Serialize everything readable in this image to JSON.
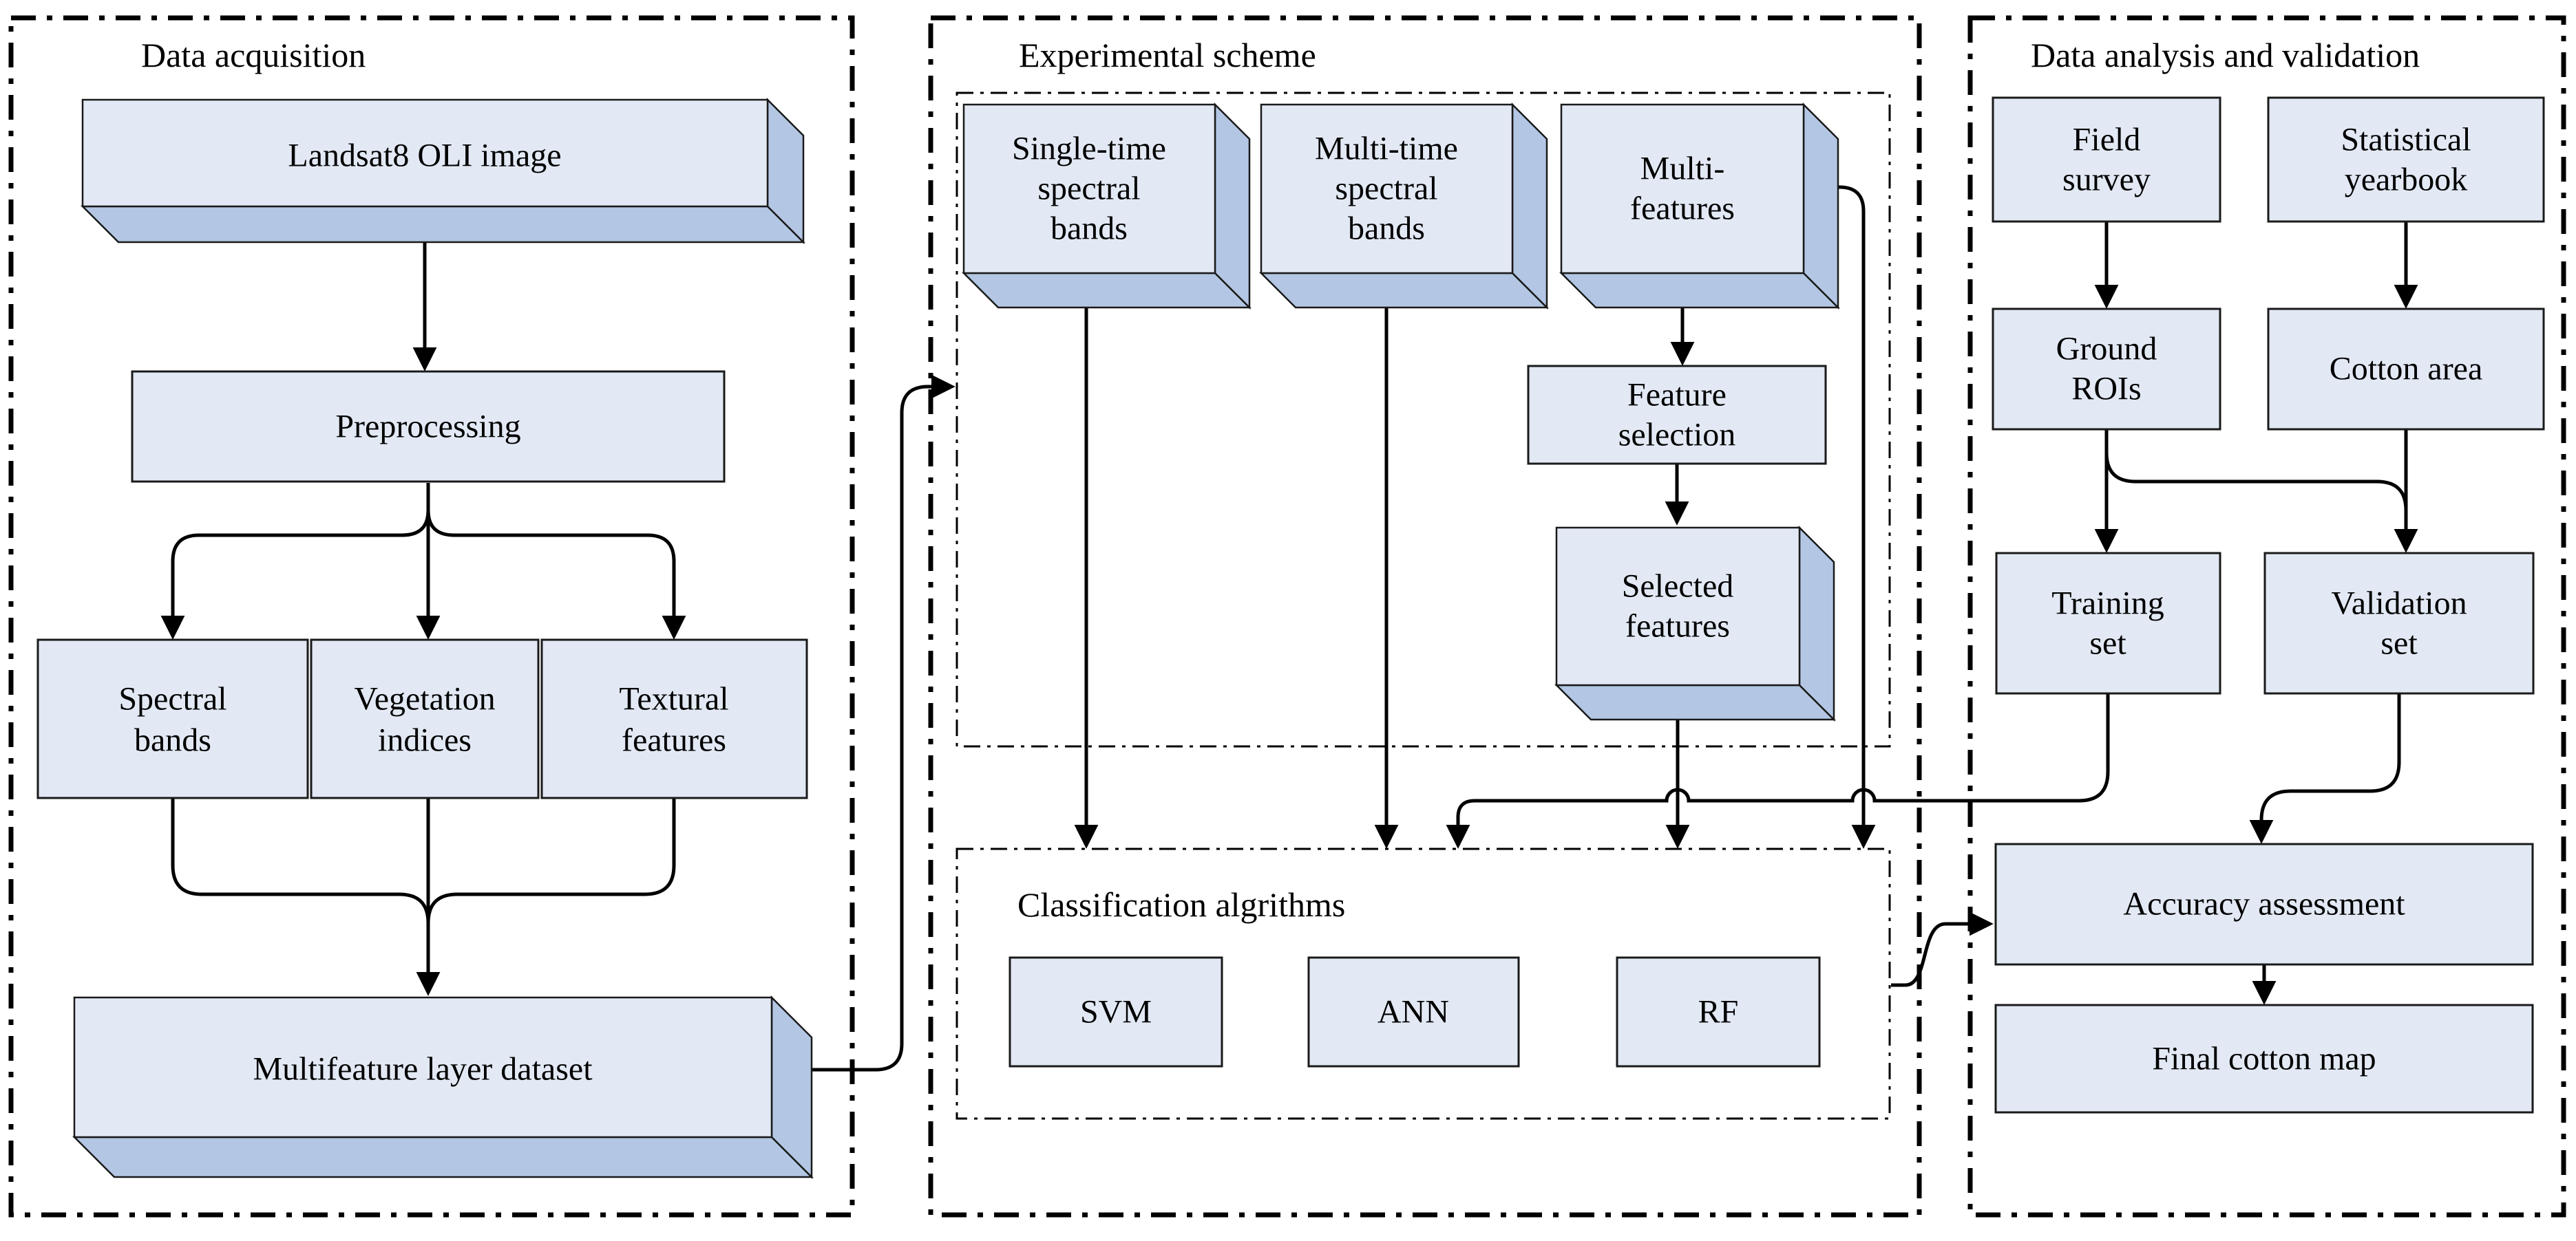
{
  "sections": {
    "data_acquisition": "Data acquisition",
    "experimental_scheme": "Experimental scheme",
    "classification_algorithms": "Classification algrithms",
    "data_analysis": "Data analysis and validation"
  },
  "boxes": {
    "landsat": {
      "label": "Landsat8 OLI image"
    },
    "preprocessing": {
      "label": "Preprocessing"
    },
    "spectral_bands": {
      "lines": [
        "Spectral",
        "bands"
      ]
    },
    "vegetation_indices": {
      "lines": [
        "Vegetation",
        "indices"
      ]
    },
    "textural_features": {
      "lines": [
        "Textural",
        "features"
      ]
    },
    "multifeature_dataset": {
      "label": "Multifeature layer dataset"
    },
    "single_time": {
      "lines": [
        "Single-time",
        "spectral",
        "bands"
      ]
    },
    "multi_time": {
      "lines": [
        "Multi-time",
        "spectral",
        "bands"
      ]
    },
    "multi_features": {
      "lines": [
        "Multi-",
        "features"
      ]
    },
    "feature_selection": {
      "lines": [
        "Feature",
        "selection"
      ]
    },
    "selected_features": {
      "lines": [
        "Selected",
        "features"
      ]
    },
    "svm": {
      "label": "SVM"
    },
    "ann": {
      "label": "ANN"
    },
    "rf": {
      "label": "RF"
    },
    "field_survey": {
      "lines": [
        "Field",
        "survey"
      ]
    },
    "statistical_yearbook": {
      "lines": [
        "Statistical",
        "yearbook"
      ]
    },
    "ground_rois": {
      "lines": [
        "Ground",
        "ROIs"
      ]
    },
    "cotton_area": {
      "label": "Cotton area"
    },
    "training_set": {
      "lines": [
        "Training",
        "set"
      ]
    },
    "validation_set": {
      "lines": [
        "Validation",
        "set"
      ]
    },
    "accuracy_assessment": {
      "label": "Accuracy assessment"
    },
    "final_cotton_map": {
      "label": "Final cotton map"
    }
  },
  "colors": {
    "box_front": "#e2e9f4",
    "box_side": "#b3c7e4",
    "line": "#000000",
    "background": "#ffffff"
  }
}
